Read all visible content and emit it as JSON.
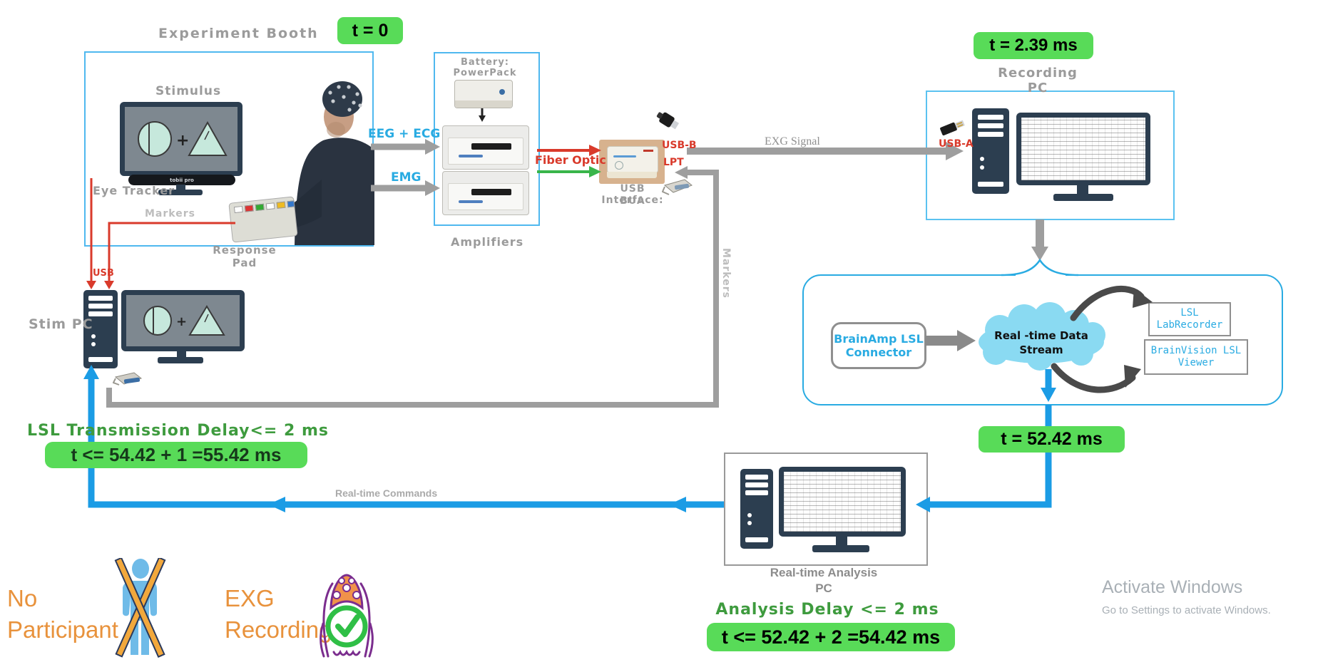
{
  "badges": {
    "t0": "t = 0",
    "t239": "t = 2.39 ms",
    "t5242": "t = 52.42 ms",
    "lsl_eq": "t <= 54.42 + 1 =55.42 ms",
    "analysis_eq": "t <= 52.42 + 2 =54.42 ms"
  },
  "labels": {
    "experiment_booth": "Experiment Booth",
    "stimulus": "Stimulus",
    "eye_tracker": "Eye Tracker",
    "tobii": "tobii pro",
    "markers_booth": "Markers",
    "response_pad": "Response Pad",
    "usb": "USB",
    "stim_pc": "Stim PC",
    "battery_line1": "Battery:",
    "battery_line2": "PowerPack",
    "amplifiers": "Amplifiers",
    "eeg_ecg": "EEG + ECG",
    "emg": "EMG",
    "fiber_optic": "Fiber Optic",
    "usb_interface": "USB Interface:",
    "bua": "BUA",
    "usb_b": "USB-B",
    "lpt": "LPT",
    "exg_signal": "EXG Signal",
    "usb_a": "USB-A",
    "recording_pc": "Recording PC",
    "markers_vertical": "Markers",
    "brainamp_line1": "BrainAmp LSL",
    "brainamp_line2": "Connector",
    "cloud_line1": "Real -time Data",
    "cloud_line2": "Stream",
    "labrecorder_line1": "LSL",
    "labrecorder_line2": "LabRecorder",
    "viewer_line1": "BrainVision LSL",
    "viewer_line2": "Viewer",
    "realtime_commands": "Real-time Commands",
    "analysis_pc_line1": "Real-time Analysis",
    "analysis_pc_line2": "PC",
    "analysis_delay": "Analysis Delay <= 2 ms",
    "lsl_delay": "LSL Transmission Delay<= 2 ms",
    "no_participant_line1": "No",
    "no_participant_line2": "Participant",
    "exg_recording_line1": "EXG",
    "exg_recording_line2": "Recording"
  },
  "watermark": {
    "line1": "Activate Windows",
    "line2": "Go to Settings to activate Windows."
  },
  "colors": {
    "accent_blue": "#29abe2",
    "line_blue": "#1b9ce5",
    "badge_green": "#58db58",
    "label_green": "#3e9b3e",
    "label_red": "#d93a2b",
    "label_gray": "#9b9b9b",
    "line_gray": "#9e9e9e",
    "navy": "#2c3e50",
    "orange": "#e8923c",
    "fiber_green": "#39b54a"
  }
}
